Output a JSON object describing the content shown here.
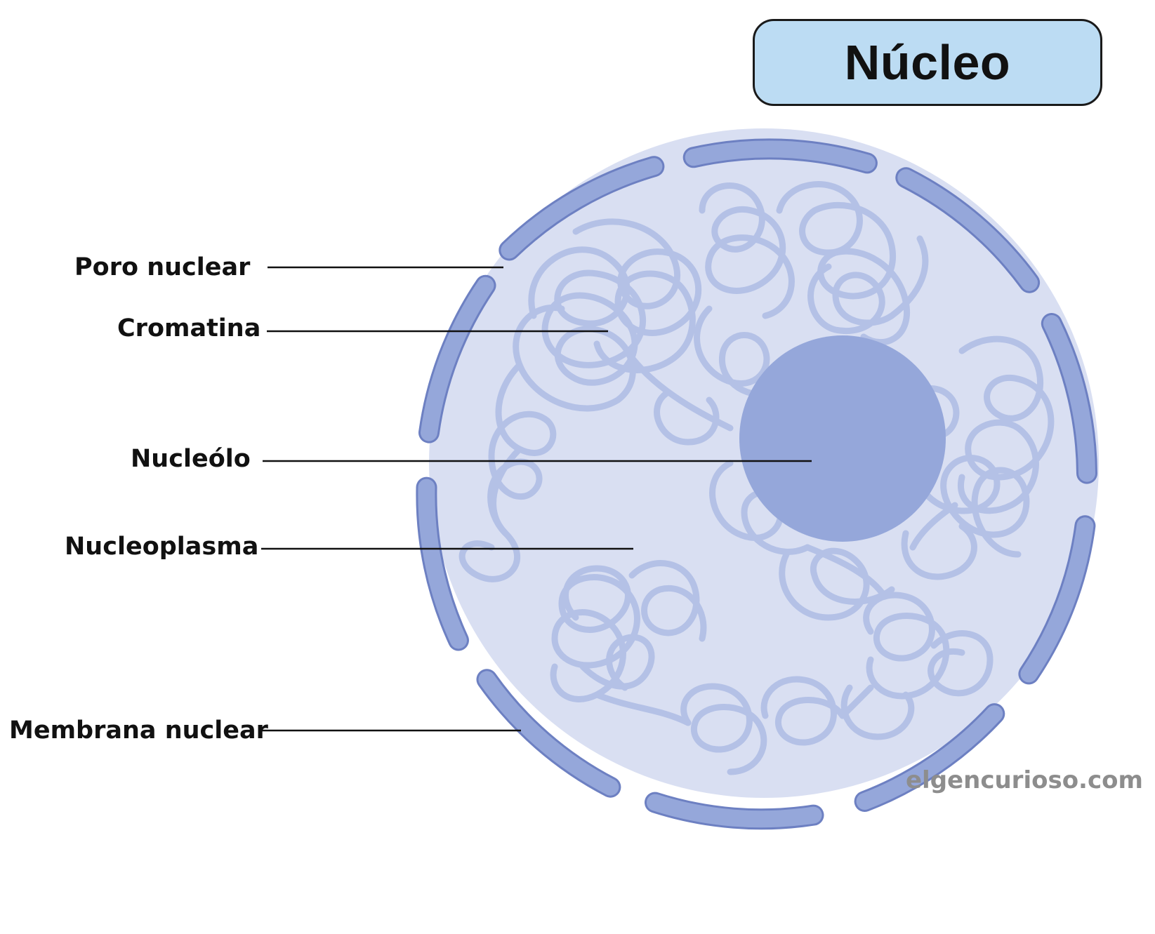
{
  "title": "Núcleo",
  "labels": {
    "poro_nuclear": "Poro nuclear",
    "cromatina": "Cromatina",
    "nucleolo": "Nucleólo",
    "nucleoplasma": "Nucleoplasma",
    "membrana_nuclear": "Membrana nuclear"
  },
  "watermark": "elgencurioso.com",
  "colors": {
    "title_box_fill": "#bcdcf3",
    "title_box_border": "#1a1a1a",
    "nucleoplasm_fill": "#d9dff2",
    "membrane_fill": "#95a7da",
    "membrane_stroke": "#6d80c2",
    "nucleolus_fill": "#95a7da",
    "chromatin_stroke": "#b4c1e6",
    "leader_line": "#111111",
    "watermark": "#8d8d8d"
  }
}
